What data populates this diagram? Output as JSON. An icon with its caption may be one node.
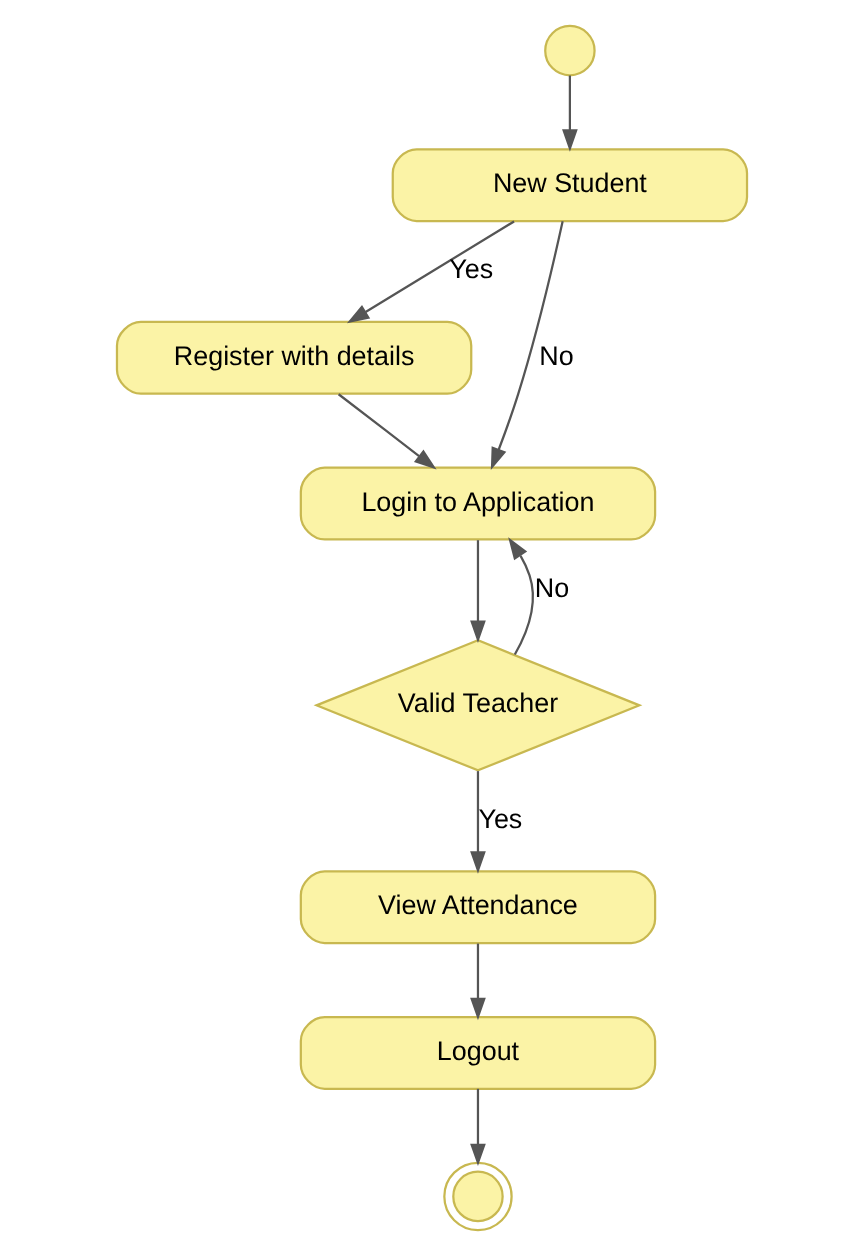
{
  "diagram": {
    "nodes": [
      {
        "text": [],
        "shape": "circle"
      },
      {
        "text": [
          "New Student"
        ]
      },
      {
        "text": [
          "Register with details"
        ]
      },
      {
        "text": [
          "Login to Application"
        ]
      },
      {
        "text": [
          "Valid Teacher"
        ]
      },
      {
        "text": [
          "View Attendance"
        ]
      },
      {
        "text": [
          "Logout"
        ]
      },
      {
        "text": [],
        "shape": "circle"
      }
    ],
    "edges": [
      {
        "from": 0,
        "to": 1,
        "arrow": "to"
      },
      {
        "from": 1,
        "to": 2,
        "arrow": "to",
        "label": "Yes"
      },
      {
        "from": 1,
        "to": 3,
        "arrow": "to",
        "label": "No"
      },
      {
        "from": 2,
        "to": 3,
        "arrow": "to"
      },
      {
        "from": 3,
        "to": 4,
        "arrow": "to"
      },
      {
        "from": 4,
        "to": 3,
        "arrow": "to",
        "label": "No"
      },
      {
        "from": 4,
        "to": 5,
        "arrow": "to",
        "label": "Yes"
      },
      {
        "from": 5,
        "to": 6,
        "arrow": "to"
      },
      {
        "from": 6,
        "to": 7,
        "arrow": "to"
      }
    ]
  }
}
